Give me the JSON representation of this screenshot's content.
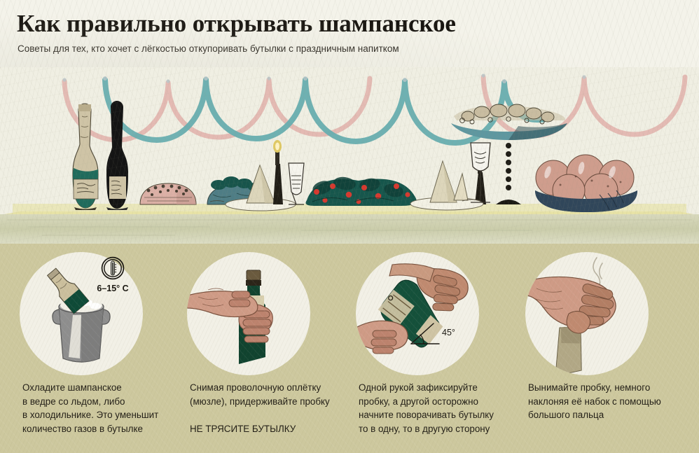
{
  "header": {
    "title": "Как правильно открывать шампанское",
    "subtitle": "Советы для тех, кто хочет с лёгкостью откупоривать бутылки с праздничным напитком"
  },
  "colors": {
    "header_bg": "#f4f3ea",
    "hero_bg": "#f0efe3",
    "panel_bg": "#cdc89e",
    "circle_bg": "#f2f0e6",
    "champagne_green": "#1f6b5c",
    "wine_dark": "#141414",
    "garland_pink": "#e2b3ae",
    "garland_teal": "#6aafb0",
    "bowl_blue": "#3d5567",
    "text_dark": "#211d15"
  },
  "hero": {
    "name": "holiday-table-illustration",
    "items": [
      "champagne-bottle",
      "wine-bottle",
      "snack-bowl",
      "salad-bowl",
      "candle-left",
      "candle-right",
      "wine-glass",
      "champagne-flute",
      "napkin-left",
      "napkin-right",
      "berry-garland",
      "fruit-stand",
      "fruit-bowl",
      "wall-garlands",
      "table-edge"
    ]
  },
  "steps": [
    {
      "id": "step-chill",
      "icon": "champagne-in-ice-bucket",
      "text": "Охладите шампанское\nв ведре со льдом, либо\nв холодильнике. Это уменьшит\nколичество газов в бутылке",
      "badge": {
        "icon_name": "thermometer-icon",
        "label": "6–15° C"
      }
    },
    {
      "id": "step-wire-cage",
      "icon": "hands-removing-wire-cage",
      "text": "Снимая проволочную оплётку\n(мюзле), придерживайте пробку",
      "note": "НЕ ТРЯСИТЕ БУТЫЛКУ"
    },
    {
      "id": "step-twist-bottle",
      "icon": "hands-twisting-bottle",
      "text": "Одной рукой зафиксируйте\nпробку, а другой осторожно\nначните поворачивать бутылку\nто в одну, то в другую сторону",
      "badge": {
        "icon_name": "angle-45-icon",
        "label": "45°"
      }
    },
    {
      "id": "step-remove-cork",
      "icon": "hand-removing-cork",
      "text": "Вынимайте пробку, немного\nнаклоняя её набок с помощью\nбольшого пальца"
    }
  ]
}
